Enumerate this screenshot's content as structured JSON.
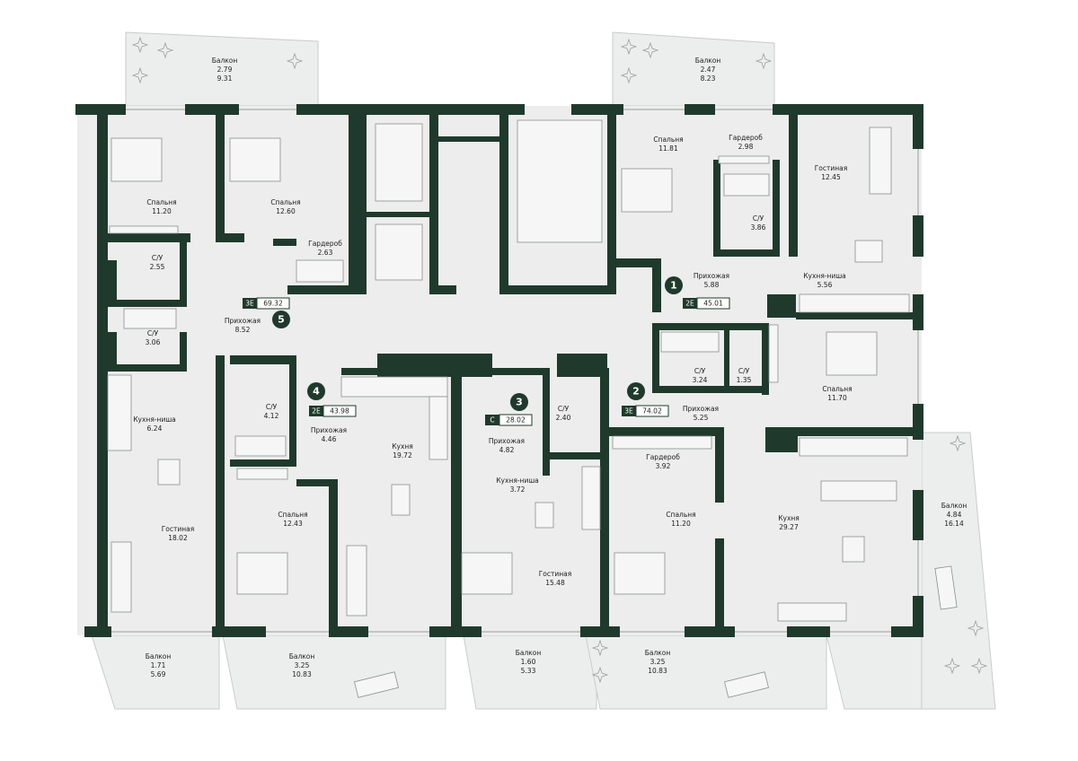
{
  "rooms": {
    "balcony_tl": {
      "name": "Балкон",
      "width": "2.79",
      "area": "9.31"
    },
    "balcony_tr": {
      "name": "Балкон",
      "width": "2.47",
      "area": "8.23"
    },
    "bed_a1": {
      "name": "Спальня",
      "area": "11.20"
    },
    "bed_a2": {
      "name": "Спальня",
      "area": "12.60"
    },
    "ward_a": {
      "name": "Гардероб",
      "area": "2.63"
    },
    "wc_a1": {
      "name": "С/У",
      "area": "2.55"
    },
    "wc_a2": {
      "name": "С/У",
      "area": "3.06"
    },
    "hall_5": {
      "name": "Прихожая",
      "area": "8.52"
    },
    "kitchen_5": {
      "name": "Кухня-ниша",
      "area": "6.24"
    },
    "living_5": {
      "name": "Гостиная",
      "area": "18.02"
    },
    "bed_1": {
      "name": "Спальня",
      "area": "11.81"
    },
    "ward_1": {
      "name": "Гардероб",
      "area": "2.98"
    },
    "living_1": {
      "name": "Гостиная",
      "area": "12.45"
    },
    "wc_1": {
      "name": "С/У",
      "area": "3.86"
    },
    "hall_1": {
      "name": "Прихожая",
      "area": "5.88"
    },
    "kitchen_1": {
      "name": "Кухня-ниша",
      "area": "5.56"
    },
    "wc_4": {
      "name": "С/У",
      "area": "4.12"
    },
    "hall_4": {
      "name": "Прихожая",
      "area": "4.46"
    },
    "kitchen_4": {
      "name": "Кухня",
      "area": "19.72"
    },
    "bed_4": {
      "name": "Спальня",
      "area": "12.43"
    },
    "wc_3": {
      "name": "С/У",
      "area": "2.40"
    },
    "hall_3": {
      "name": "Прихожая",
      "area": "4.82"
    },
    "kitchen_3": {
      "name": "Кухня-ниша",
      "area": "3.72"
    },
    "living_3": {
      "name": "Гостиная",
      "area": "15.48"
    },
    "wc_2a": {
      "name": "С/У",
      "area": "3.24"
    },
    "wc_2b": {
      "name": "С/У",
      "area": "1.35"
    },
    "hall_2": {
      "name": "Прихожая",
      "area": "5.25"
    },
    "bed_2": {
      "name": "Спальня",
      "area": "11.70"
    },
    "ward_2": {
      "name": "Гардероб",
      "area": "3.92"
    },
    "bed_2b": {
      "name": "Спальня",
      "area": "11.20"
    },
    "kitchen_2": {
      "name": "Кухня",
      "area": "29.27"
    },
    "balcony_r": {
      "name": "Балкон",
      "width": "4.84",
      "area": "16.14"
    },
    "balcony_b1": {
      "name": "Балкон",
      "width": "1.71",
      "area": "5.69"
    },
    "balcony_b2": {
      "name": "Балкон",
      "width": "3.25",
      "area": "10.83"
    },
    "balcony_b3": {
      "name": "Балкон",
      "width": "1.60",
      "area": "5.33"
    },
    "balcony_b4": {
      "name": "Балкон",
      "width": "3.25",
      "area": "10.83"
    }
  },
  "apartments": [
    {
      "number": "1",
      "type": "2Е",
      "area": "45.01"
    },
    {
      "number": "2",
      "type": "3Е",
      "area": "74.02"
    },
    {
      "number": "3",
      "type": "С",
      "area": "28.02"
    },
    {
      "number": "4",
      "type": "2Е",
      "area": "43.98"
    },
    {
      "number": "5",
      "type": "3Е",
      "area": "69.32"
    }
  ],
  "colors": {
    "wall": "#1f3a2c",
    "room": "#ecedec",
    "text": "#1d1d1d"
  }
}
